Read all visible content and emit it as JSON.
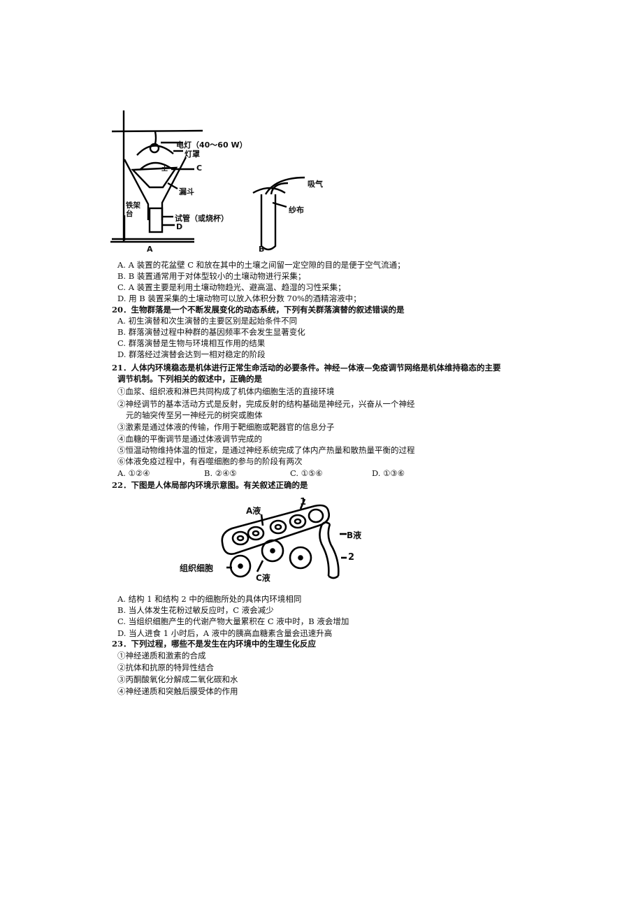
{
  "fig19": {
    "lamp": "电灯（40～60 W）",
    "shade": "灯罩",
    "soil": "土",
    "c": "C",
    "funnel": "漏斗",
    "stand": "铁架台",
    "tube": "试管（或烧杯）",
    "d": "D",
    "a": "A",
    "blow": "吸气",
    "gauze": "纱布",
    "b": "B"
  },
  "q19_options": [
    "A. A 装置的花盆壁 C 和放在其中的土壤之间留一定空隙的目的是便于空气流通；",
    "B. B 装置通常用于对体型较小的土壤动物进行采集；",
    "C. A 装置主要是利用土壤动物趋光、避高温、趋湿的习性采集；",
    "D. 用 B 装置采集的土壤动物可以放入体积分数 70%的酒精溶液中；"
  ],
  "q20": {
    "stem": "20．生物群落是一个不断发展变化的动态系统，下列有关群落演替的叙述错误的是",
    "options": [
      "A. 初生演替和次生演替的主要区别是起始条件不同",
      "B. 群落演替过程中种群的基因频率不会发生显著变化",
      "C. 群落演替是生物与环境相互作用的结果",
      "D. 群落经过演替会达到一相对稳定的阶段"
    ]
  },
  "q21": {
    "stem1": "21．人体内环境稳态是机体进行正常生命活动的必要条件。神经—体液—免疫调节网络是机体维持稳态的主要",
    "stem2": "调节机制。下列相关的叙述中，正确的是",
    "items": [
      "①血浆、组织液和淋巴共同构成了机体内细胞生活的直接环境",
      "②神经调节的基本活动方式是反射，完成反射的结构基础是神经元，兴奋从一个神经",
      "元的轴突传至另一神经元的树突或胞体",
      "③激素是通过体液的传输，作用于靶细胞或靶器官的信息分子",
      "④血糖的平衡调节是通过体液调节完成的",
      "⑤恒温动物维持体温的恒定，是通过神经系统完成了体内产热量和散热量平衡的过程",
      "⑥体液免疫过程中，有吞噬细胞的参与的阶段有两次"
    ],
    "choices": [
      "A. ①②④",
      "B. ②④⑤",
      "C. ①⑤⑥",
      "D. ①③⑥"
    ]
  },
  "q22": {
    "stem": "22．下图是人体局部内环境示意图。有关叙述正确的是",
    "fig": {
      "label1": "1",
      "label2": "2",
      "a_fluid": "A液",
      "b_fluid": "B液",
      "c_fluid": "C液",
      "tissue": "组织细胞"
    },
    "options": [
      "A. 结构 1 和结构 2 中的细胞所处的具体内环境相同",
      "B. 当人体发生花粉过敏反应时，C 液会减少",
      "C. 当组织细胞产生的代谢产物大量累积在 C 液中时，B 液会增加",
      "D. 当人进食 1 小时后，A 液中的胰高血糖素含量会迅速升高"
    ]
  },
  "q23": {
    "stem": "23．下列过程，哪些不是发生在内环境中的生理生化反应",
    "items": [
      "①神经递质和激素的合成",
      "②抗体和抗原的特异性结合",
      "③丙酮酸氧化分解成二氧化碳和水",
      "④神经递质和突触后膜受体的作用"
    ]
  }
}
